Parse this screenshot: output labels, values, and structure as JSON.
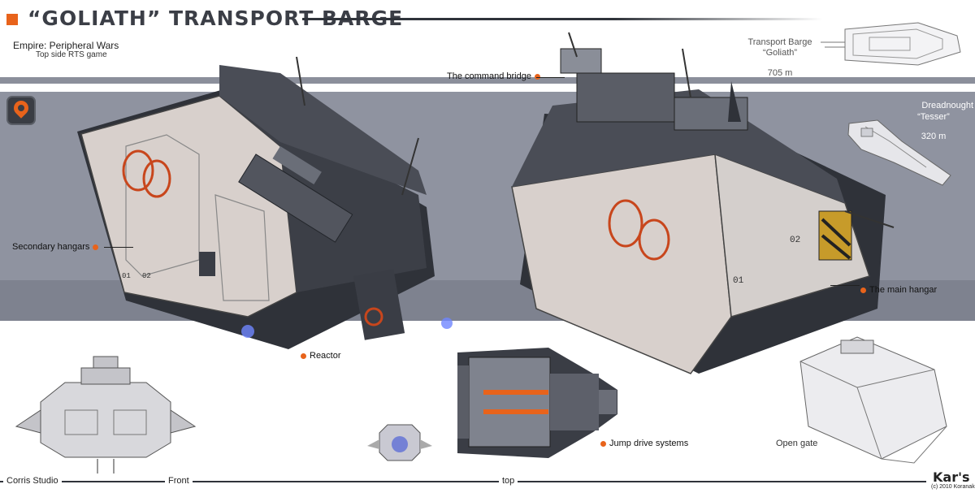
{
  "header": {
    "title": "“GOLIATH” TRANSPORT BARGE",
    "game_title": "Empire: Peripheral Wars",
    "game_subtitle": "Top side RTS game"
  },
  "callouts": {
    "command_bridge": "The command bridge",
    "secondary_hangars": "Secondary hangars",
    "reactor": "Reactor",
    "main_hangar": "The main hangar",
    "jump_drive": "Jump drive systems",
    "open_gate": "Open gate"
  },
  "scale_info": {
    "transport_line1": "Transport Barge",
    "transport_line2": "“Goliath”",
    "transport_length": "705 m",
    "dread_line1": "Dreadnought",
    "dread_line2": "“Tesser”",
    "dread_length": "320 m"
  },
  "footer": {
    "studio": "Corris Studio",
    "front": "Front",
    "top": "top",
    "logo": "Kar's",
    "copyright": "(c) 2010 Koranak"
  },
  "hull_markings": {
    "left_a": "01",
    "left_b": "02",
    "right_a": "01",
    "right_b": "02"
  },
  "colors": {
    "accent": "#e8631b",
    "band": "#8f93a0",
    "hull_light": "#d9d3d0",
    "hull_dark": "#3a3d45"
  }
}
